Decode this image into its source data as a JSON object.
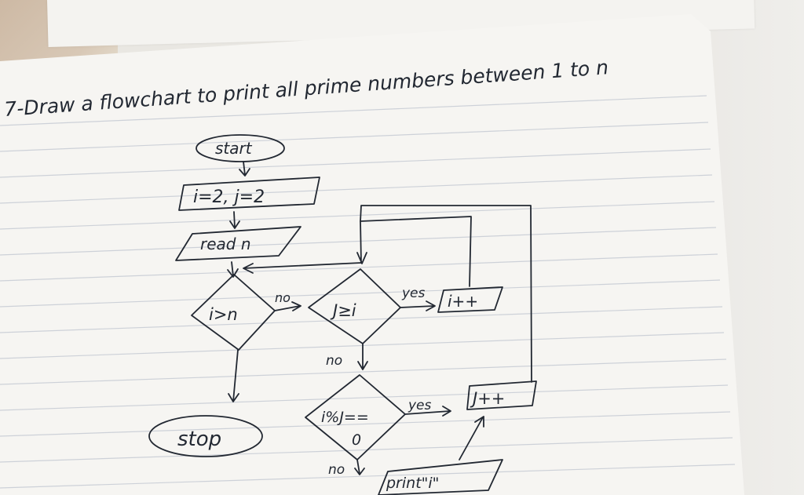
{
  "title": "7-Draw a flowchart to print all prime numbers between 1 to n",
  "nodes": {
    "start": "start",
    "init": "i=2, j=2",
    "read": "read n",
    "cond_i_gt_n": "i>n",
    "cond_j_ge_i": "J≥i",
    "cond_mod": "i%J==",
    "cond_mod_zero": "0",
    "inc_i": "i++",
    "inc_j": "J++",
    "print": "print\"i\"",
    "stop": "stop"
  },
  "labels": {
    "no_1": "no",
    "yes_1": "yes",
    "no_2": "no",
    "yes_2": "yes",
    "no_3": "no"
  },
  "colors": {
    "ink": "#222832",
    "paper": "#f6f5f2",
    "rule_line": "#c9cdd4"
  }
}
